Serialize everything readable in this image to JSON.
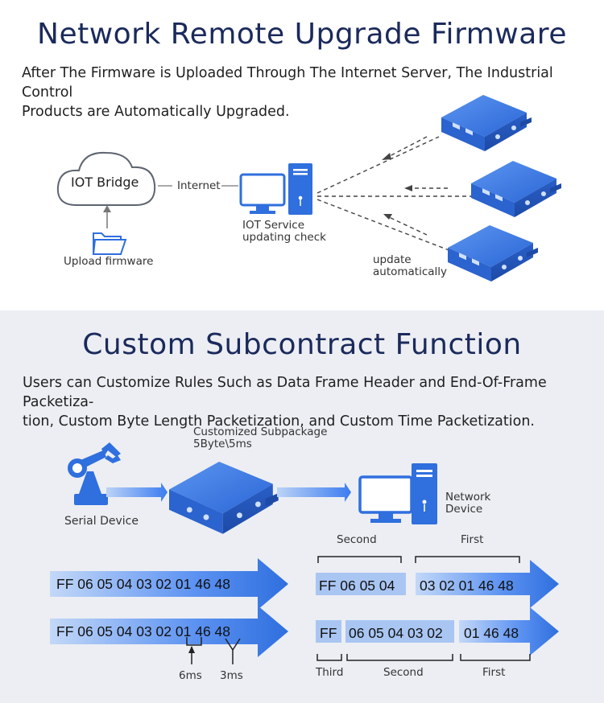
{
  "section1": {
    "title": "Network Remote Upgrade Firmware",
    "description_line1": "After The Firmware is Uploaded Through The Internet Server, The Industrial Control",
    "description_line2": "Products are Automatically Upgraded.",
    "cloud_label": "IOT Bridge",
    "internet_label": "Internet",
    "upload_label": "Upload firmware",
    "service_label_line1": "IOT Service",
    "service_label_line2": "updating check",
    "update_label_line1": "update",
    "update_label_line2": "automatically"
  },
  "section2": {
    "title": "Custom Subcontract Function",
    "description_line1": "Users can Customize Rules Such as Data Frame Header and End-Of-Frame Packetiza-",
    "description_line2": "tion, Custom Byte Length Packetization, and Custom Time Packetization.",
    "subpackage_line1": "Customized Subpackage",
    "subpackage_line2": "5Byte\\5ms",
    "serial_label": "Serial Device",
    "network_label_line1": "Network",
    "network_label_line2": "Device",
    "row1": {
      "bytes": "FF 06 05 04 03 02 01 46 48",
      "second_label": "Second",
      "first_label": "First",
      "second_bytes": "FF 06 05 04",
      "first_bytes": "03 02 01 46 48"
    },
    "row2": {
      "bytes": "FF 06 05 04 03 02 01 46 48",
      "third_label": "Third",
      "second_label": "Second",
      "first_label": "First",
      "third_bytes": "FF",
      "second_bytes": "06 05 04 03 02",
      "first_bytes": "01 46 48",
      "gap1_label": "6ms",
      "gap2_label": "3ms"
    }
  },
  "colors": {
    "title": "#1b2a5c",
    "device_blue": "#2f6fde",
    "arrow_blue": "#3d7ef0",
    "box_blue": "#a9c6f3",
    "band_bg": "#eceef3"
  }
}
